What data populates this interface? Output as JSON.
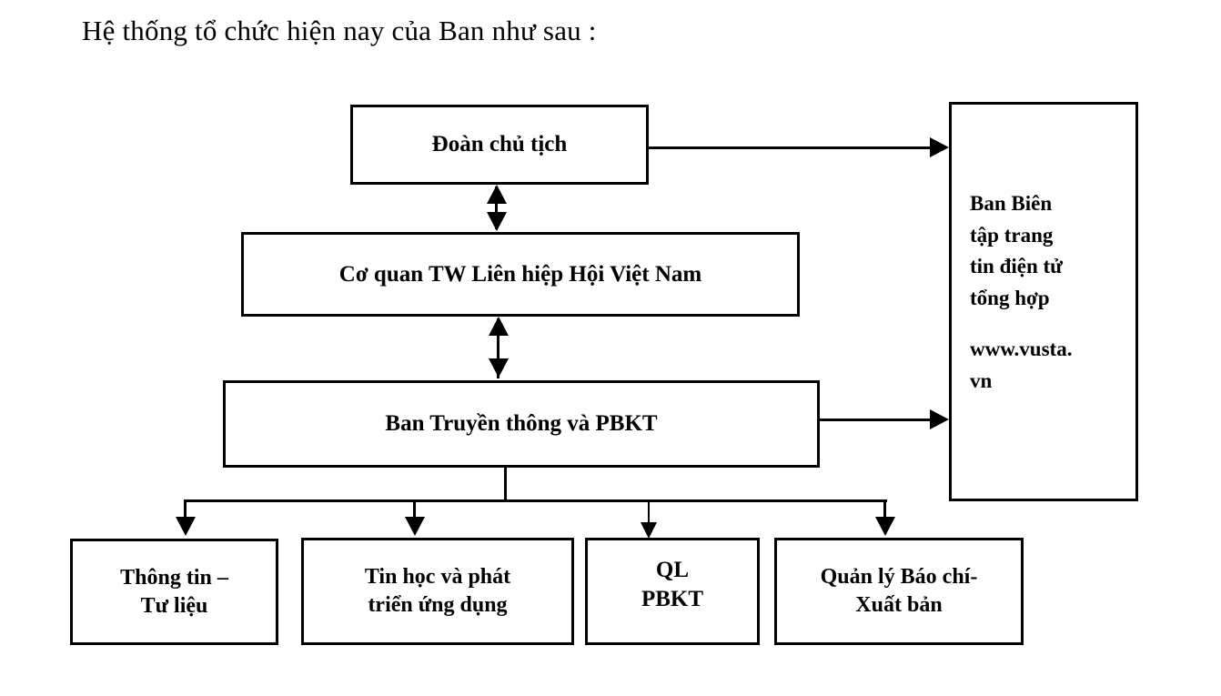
{
  "heading": "Hệ thống tổ chức hiện nay của Ban như sau :",
  "diagram": {
    "type": "org-chart",
    "nodes": {
      "presidium": {
        "label": "Đoàn chủ tịch"
      },
      "central_agency": {
        "label": "Cơ quan TW Liên hiệp Hội Việt Nam"
      },
      "communication_dept": {
        "label": "Ban Truyền thông và PBKT"
      },
      "editorial_board": {
        "lines": [
          "Ban Biên",
          "tập trang",
          "tin điện tử",
          "tổng hợp"
        ],
        "label": "Ban Biên tập trang tin điện tử tổng hợp",
        "url_lines": [
          "www.vusta.",
          "vn"
        ],
        "url": "www.vusta.vn"
      },
      "info_docs": {
        "label": "Thông tin –\nTư liệu"
      },
      "it_development": {
        "label": "Tin học và phát\ntriển ứng dụng"
      },
      "ql_pbkt": {
        "label": "QL\nPBKT"
      },
      "press_publishing": {
        "label": "Quản lý Báo chí-\nXuất bản"
      }
    },
    "edges": [
      {
        "from": "presidium",
        "to": "editorial_board",
        "style": "arrow-right"
      },
      {
        "from": "presidium",
        "to": "central_agency",
        "style": "double-arrow-vertical"
      },
      {
        "from": "central_agency",
        "to": "communication_dept",
        "style": "double-arrow-vertical"
      },
      {
        "from": "communication_dept",
        "to": "editorial_board",
        "style": "arrow-right"
      },
      {
        "from": "communication_dept",
        "to": "info_docs",
        "style": "arrow-down"
      },
      {
        "from": "communication_dept",
        "to": "it_development",
        "style": "arrow-down"
      },
      {
        "from": "communication_dept",
        "to": "ql_pbkt",
        "style": "arrow-down"
      },
      {
        "from": "communication_dept",
        "to": "press_publishing",
        "style": "arrow-down"
      }
    ],
    "colors": {
      "line": "#000000",
      "box_fill": "#ffffff",
      "text": "#000000"
    }
  }
}
